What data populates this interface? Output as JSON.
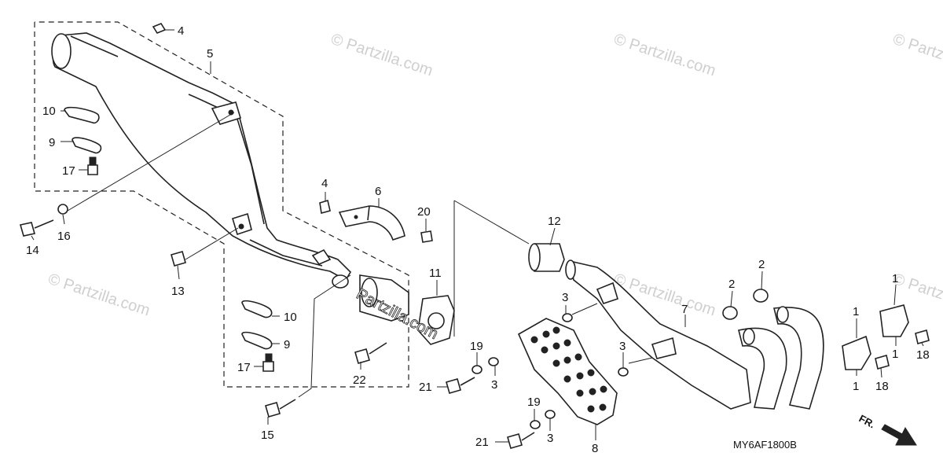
{
  "watermarks": [
    "© Partzilla.com",
    "© Partzilla.com",
    "© Partzilla.com",
    "© Partzilla.com",
    "© Partzilla.com",
    "© Partzilla.com",
    "© Partzilla.com"
  ],
  "overlay_watermark": "Partzilla.com",
  "diagram_code": "MY6AF1800B",
  "direction_label": "FR.",
  "callouts": [
    "4",
    "5",
    "10",
    "9",
    "17",
    "14",
    "16",
    "13",
    "4",
    "6",
    "20",
    "11",
    "12",
    "10",
    "9",
    "17",
    "15",
    "22",
    "3",
    "19",
    "3",
    "21",
    "7",
    "3",
    "19",
    "3",
    "21",
    "8",
    "2",
    "2",
    "1",
    "1",
    "1",
    "1",
    "18",
    "18"
  ]
}
